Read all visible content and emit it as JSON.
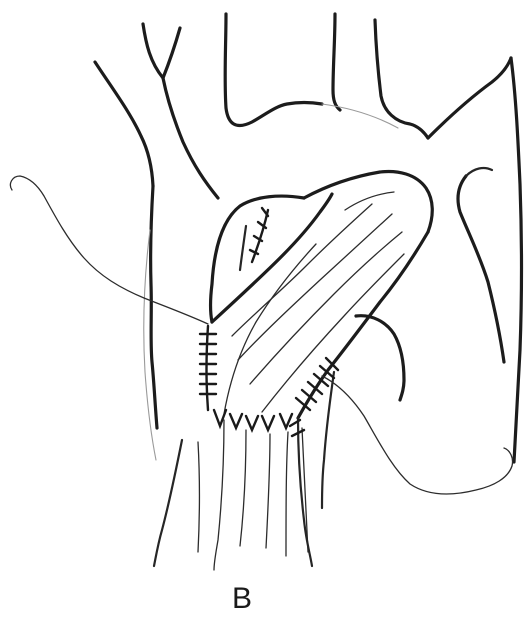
{
  "figure": {
    "panel_label": "B"
  },
  "structures": [
    "aortic-arch",
    "brachiocephalic-trunk",
    "left-common-carotid",
    "left-subclavian",
    "ascending-aorta",
    "descending-aorta",
    "pericardial-patch-graft",
    "suture-line-left",
    "suture-line-bottom",
    "suture-line-right",
    "suture-line-top",
    "stay-suture-left",
    "stay-suture-right"
  ]
}
